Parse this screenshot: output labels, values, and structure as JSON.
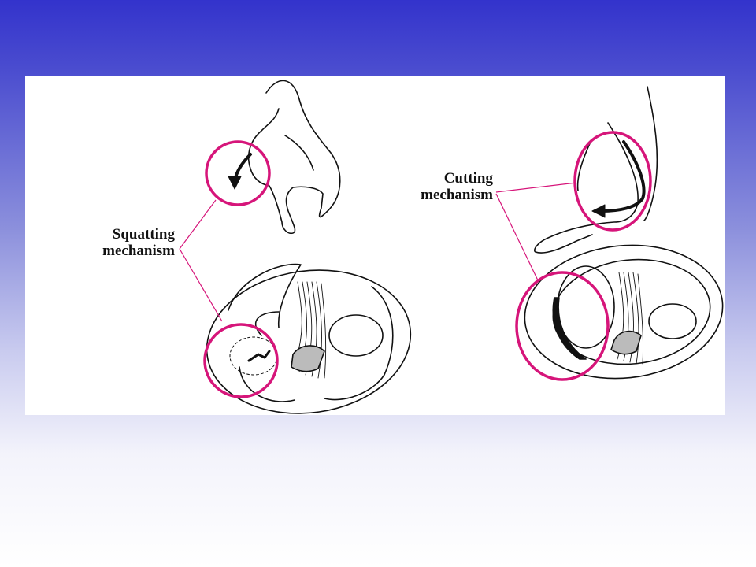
{
  "labels": {
    "squatting": [
      "Squatting",
      "mechanism"
    ],
    "cutting": [
      "Cutting",
      "mechanism"
    ]
  },
  "colors": {
    "background_top": "#3333cc",
    "background_bottom": "#ffffff",
    "highlight_circle": "#d6157a",
    "line_art": "#111111"
  }
}
